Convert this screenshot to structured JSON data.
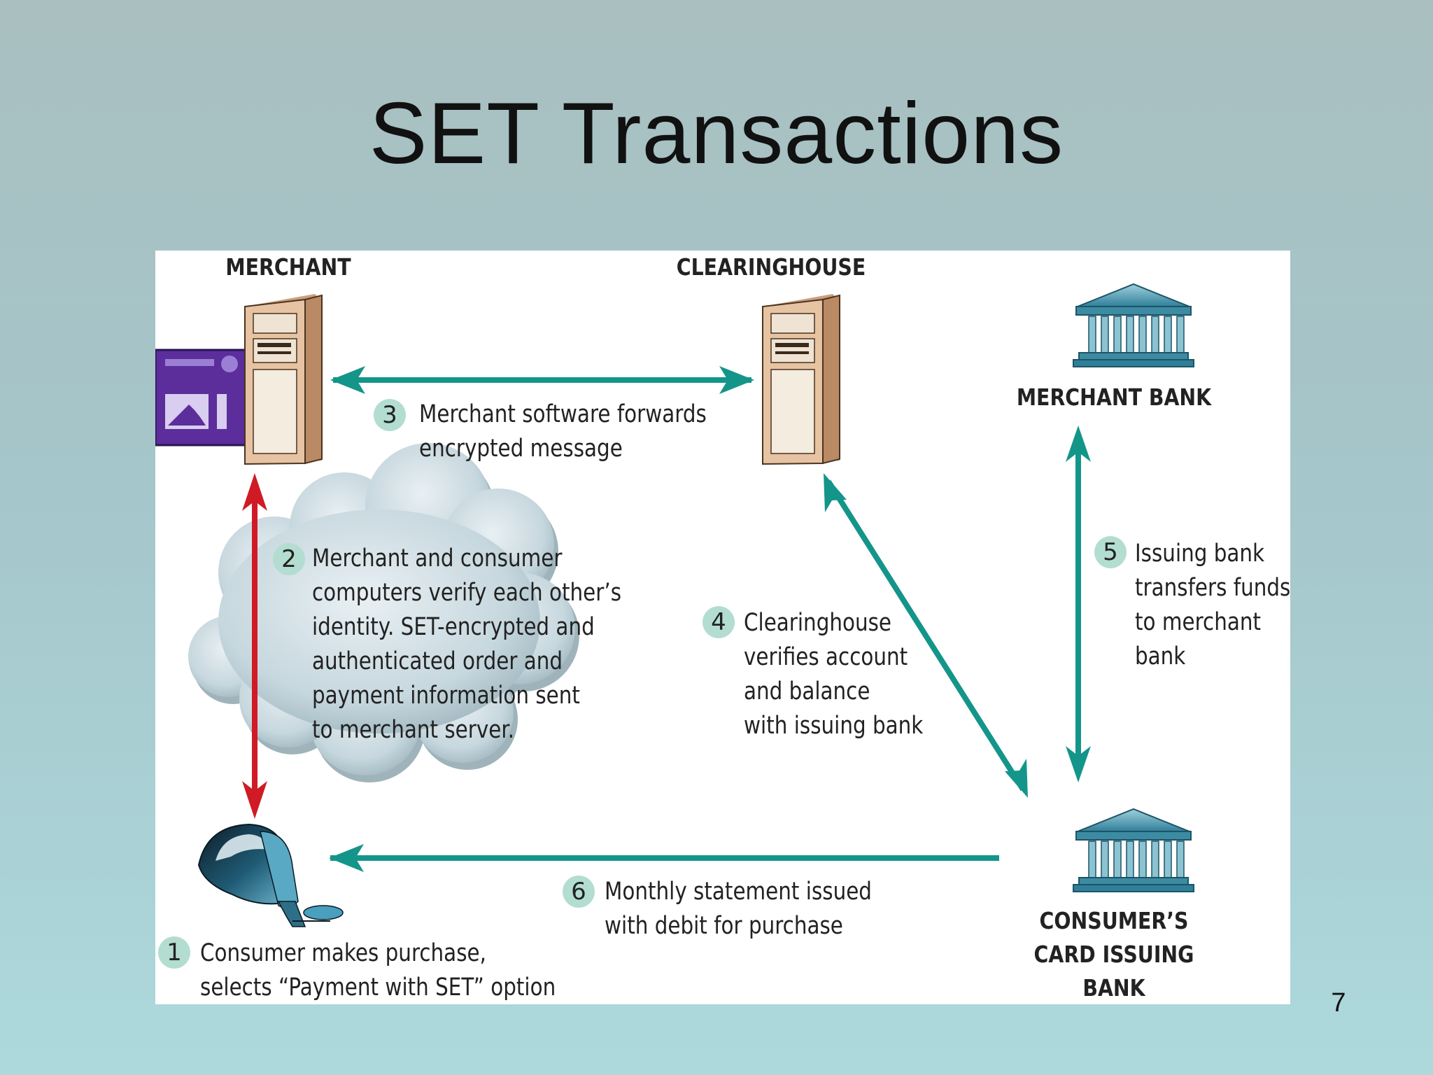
{
  "slide": {
    "title": "SET Transactions",
    "page_number": "7"
  },
  "diagram": {
    "nodes": {
      "merchant": "MERCHANT",
      "clearinghouse": "CLEARINGHOUSE",
      "merchant_bank": "MERCHANT BANK",
      "issuing_bank": [
        "CONSUMER’S",
        "CARD ISSUING",
        "BANK"
      ]
    },
    "steps": [
      {
        "number": "1",
        "lines": [
          "Consumer makes purchase,",
          "selects “Payment with SET” option"
        ]
      },
      {
        "number": "2",
        "lines": [
          "Merchant and consumer",
          "computers verify each other’s",
          "identity.  SET-encrypted and",
          "authenticated order and",
          "payment information sent",
          "to merchant server."
        ]
      },
      {
        "number": "3",
        "lines": [
          "Merchant software forwards",
          "encrypted message"
        ]
      },
      {
        "number": "4",
        "lines": [
          "Clearinghouse",
          "verifies account",
          "and balance",
          "with issuing bank"
        ]
      },
      {
        "number": "5",
        "lines": [
          "Issuing bank",
          "transfers funds",
          "to merchant",
          "bank"
        ]
      },
      {
        "number": "6",
        "lines": [
          "Monthly statement issued",
          "with debit for purchase"
        ]
      }
    ],
    "colors": {
      "flow_arrow": "#14958a",
      "consumer_arrow": "#d01a24",
      "cloud": "#c2d5dc",
      "badge": "#b3ddd0",
      "server": "#d8b08c",
      "bank": "#3d8ba3",
      "merchant_screen": "#5b2e9b"
    },
    "icons": [
      "merchant-server-icon",
      "storefront-screen-icon",
      "clearinghouse-server-icon",
      "merchant-bank-icon",
      "issuing-bank-icon",
      "consumer-computer-icon",
      "cloud-shape"
    ]
  }
}
